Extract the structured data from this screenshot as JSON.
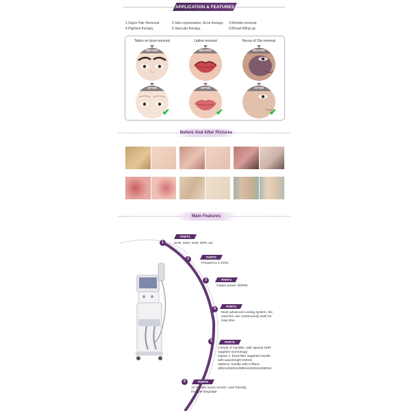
{
  "header": {
    "title": "APPLICATION & FEATURES"
  },
  "features": [
    [
      "1.Super Hair Removal.",
      "2.Skin rejuvenation, Acne therapy.",
      "3.Wrinkle removal."
    ],
    [
      "4.Pigment therapy.",
      "5.Vascular therapy.",
      "6.Breast lifting up."
    ]
  ],
  "cases": [
    {
      "title": "Tattoo on brow removal",
      "before": "BEFORE",
      "after": "AFTER"
    },
    {
      "title": "Lipline removal",
      "before": "BEFORE",
      "after": "AFTER"
    },
    {
      "title": "Nevus of Ota removal",
      "before": "BEFORE",
      "after": "AFTER"
    }
  ],
  "sections": {
    "before_after": "Before And After Pictures",
    "main_features": "Main Features"
  },
  "parts": [
    {
      "tag": "PART1",
      "num": "1",
      "text": [
        "SHR, SSR, SVR, SPR, etc."
      ]
    },
    {
      "tag": "PART2",
      "num": "2",
      "text": [
        "Frequency 1-10Hz."
      ]
    },
    {
      "tag": "PART3",
      "num": "3",
      "text": [
        "Output power 4000W."
      ]
    },
    {
      "tag": "PART4",
      "num": "4",
      "text": [
        "Most advanced cooling system, the",
        "machine can continuously work for",
        "long time."
      ]
    },
    {
      "tag": "PART5",
      "num": "5",
      "text": [
        "2 kinds of handles, with special SHR",
        "sapphire technology:",
        "Option 1: fixed filter sapphire handle",
        "with wavelength 640nm",
        "Option2:  handle with 5 filters:",
        "480nm/530nm/590nm/640nm/690nm"
      ]
    },
    {
      "tag": "PART6",
      "num": "6",
      "text": [
        "10.4\" color touch screen, user friendly,",
        "multiple language."
      ]
    }
  ],
  "colors": {
    "accent": "#5a2d6a",
    "check": "#2bbb3a"
  }
}
